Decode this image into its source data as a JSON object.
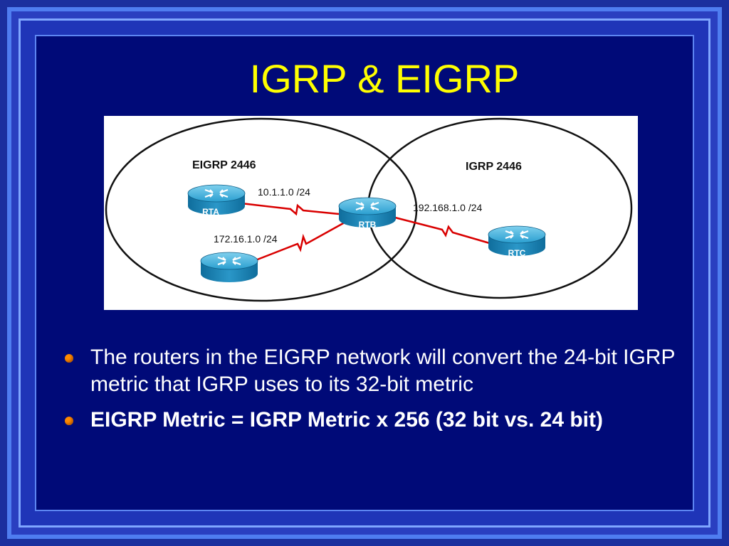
{
  "slide": {
    "title": "IGRP & EIGRP",
    "bullets": [
      {
        "text": "The routers in the EIGRP network will convert the 24-bit IGRP metric that IGRP uses to its 32-bit metric",
        "bold": false
      },
      {
        "text": "EIGRP Metric = IGRP Metric x 256  (32 bit vs. 24 bit)",
        "bold": true
      }
    ]
  },
  "diagram": {
    "domains": [
      {
        "id": "eigrp",
        "label": "EIGRP 2446"
      },
      {
        "id": "igrp",
        "label": "IGRP 2446"
      }
    ],
    "routers": [
      {
        "id": "rta",
        "label": "RTA"
      },
      {
        "id": "rtb",
        "label": "RTB"
      },
      {
        "id": "rtc",
        "label": "RTC"
      },
      {
        "id": "r4",
        "label": ""
      }
    ],
    "links": [
      {
        "from": "rta",
        "to": "rtb",
        "label": "10.1.1.0 /24"
      },
      {
        "from": "r4",
        "to": "rtb",
        "label": "172.16.1.0 /24"
      },
      {
        "from": "rtb",
        "to": "rtc",
        "label": "192.168.1.0 /24"
      }
    ]
  },
  "colors": {
    "title": "#ffff00",
    "slide_background": "#000a78",
    "frame": "#4f7df0",
    "bullet_dot": "#ff8a00",
    "link": "#d90000",
    "router": "#1a87b8"
  }
}
